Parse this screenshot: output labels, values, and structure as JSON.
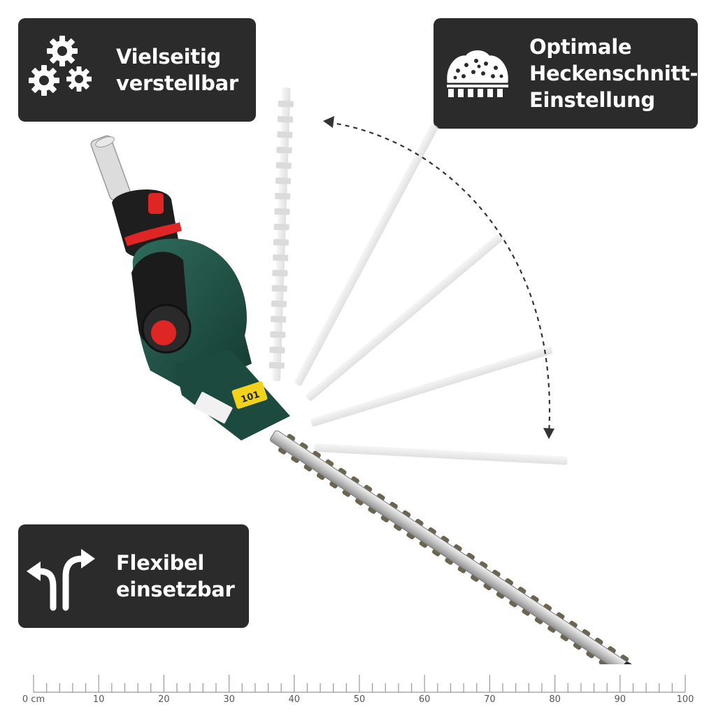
{
  "badges": {
    "adjustable": {
      "line1": "Vielseitig",
      "line2": "verstellbar",
      "icon": "gears-icon"
    },
    "hedge": {
      "line1": "Optimale",
      "line2": "Heckenschnitt-",
      "line3": "Einstellung",
      "icon": "hedge-icon"
    },
    "flexible": {
      "line1": "Flexibel",
      "line2": "einsetzbar",
      "icon": "fork-arrow-icon"
    }
  },
  "product": {
    "label_sticker": "101",
    "icon": "hedge-trimmer-icon"
  },
  "ruler": {
    "labels": [
      "0 cm",
      "10",
      "20",
      "30",
      "40",
      "50",
      "60",
      "70",
      "80",
      "90",
      "100"
    ]
  },
  "colors": {
    "badge_bg": "#2b2b2b",
    "badge_text": "#ffffff",
    "body_green": "#1f4a3f",
    "accent_red": "#e02525",
    "blade_silver": "#c9c9c9",
    "sticker_yellow": "#f2d21b"
  }
}
